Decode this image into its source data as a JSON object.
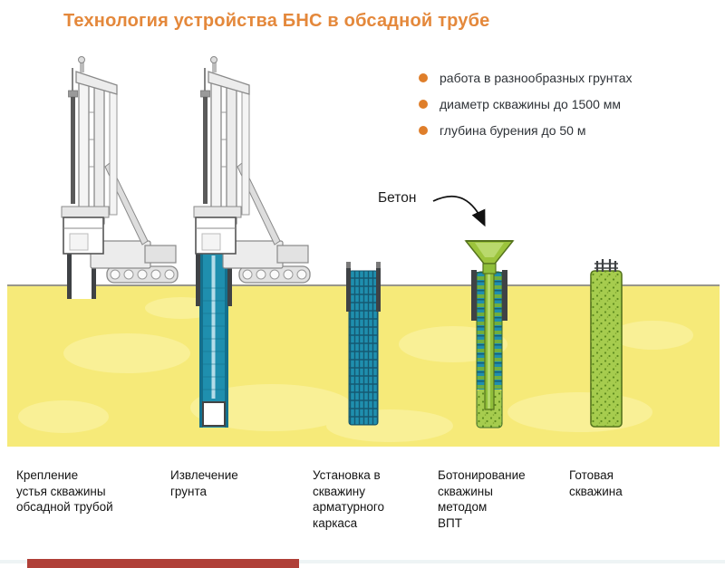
{
  "title": "Технология устройства БНС в обсадной трубе",
  "features": {
    "items": [
      "работа в разнообразных грунтах",
      "диаметр скважины до 1500 мм",
      "глубина бурения до 50 м"
    ]
  },
  "annotations": {
    "concrete": "Бетон"
  },
  "stages": [
    {
      "label": "Крепление\nустья скважины\nобсадной трубой"
    },
    {
      "label": "Извлечение\nгрунта"
    },
    {
      "label": "Установка в\nскважину\nарматурного\nкаркаса"
    },
    {
      "label": "Ботонирование\nскважины\nметодом\nВПТ"
    },
    {
      "label": "Готовая\nскважина"
    }
  ],
  "colors": {
    "accent_orange": "#E4883B",
    "bullet_orange": "#DF7E2A",
    "ground_yellow": "#F6EA79",
    "casing_teal": "#1F8FAE",
    "concrete_green": "#A6CC4E",
    "footer_red": "#B04038"
  }
}
